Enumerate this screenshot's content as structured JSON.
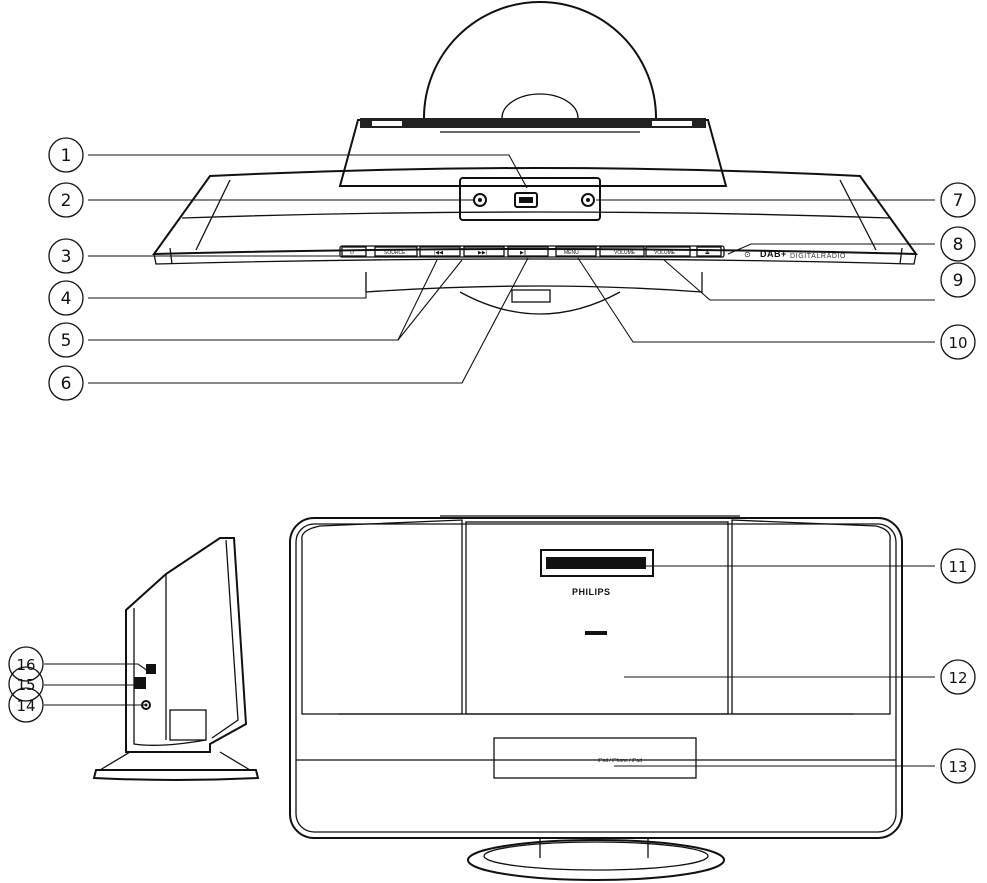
{
  "callouts": [
    "1",
    "2",
    "3",
    "4",
    "5",
    "6",
    "7",
    "8",
    "9",
    "10",
    "11",
    "12",
    "13",
    "14",
    "15",
    "16"
  ],
  "panel_buttons": [
    "SOURCE",
    "VOLUME",
    "VOLUME",
    "MENU"
  ],
  "dab_label": "DIGITALRADIO",
  "dab_logo": "DAB+",
  "brand": "PHILIPS",
  "dock_label": "iPod / iPhone / iPad"
}
